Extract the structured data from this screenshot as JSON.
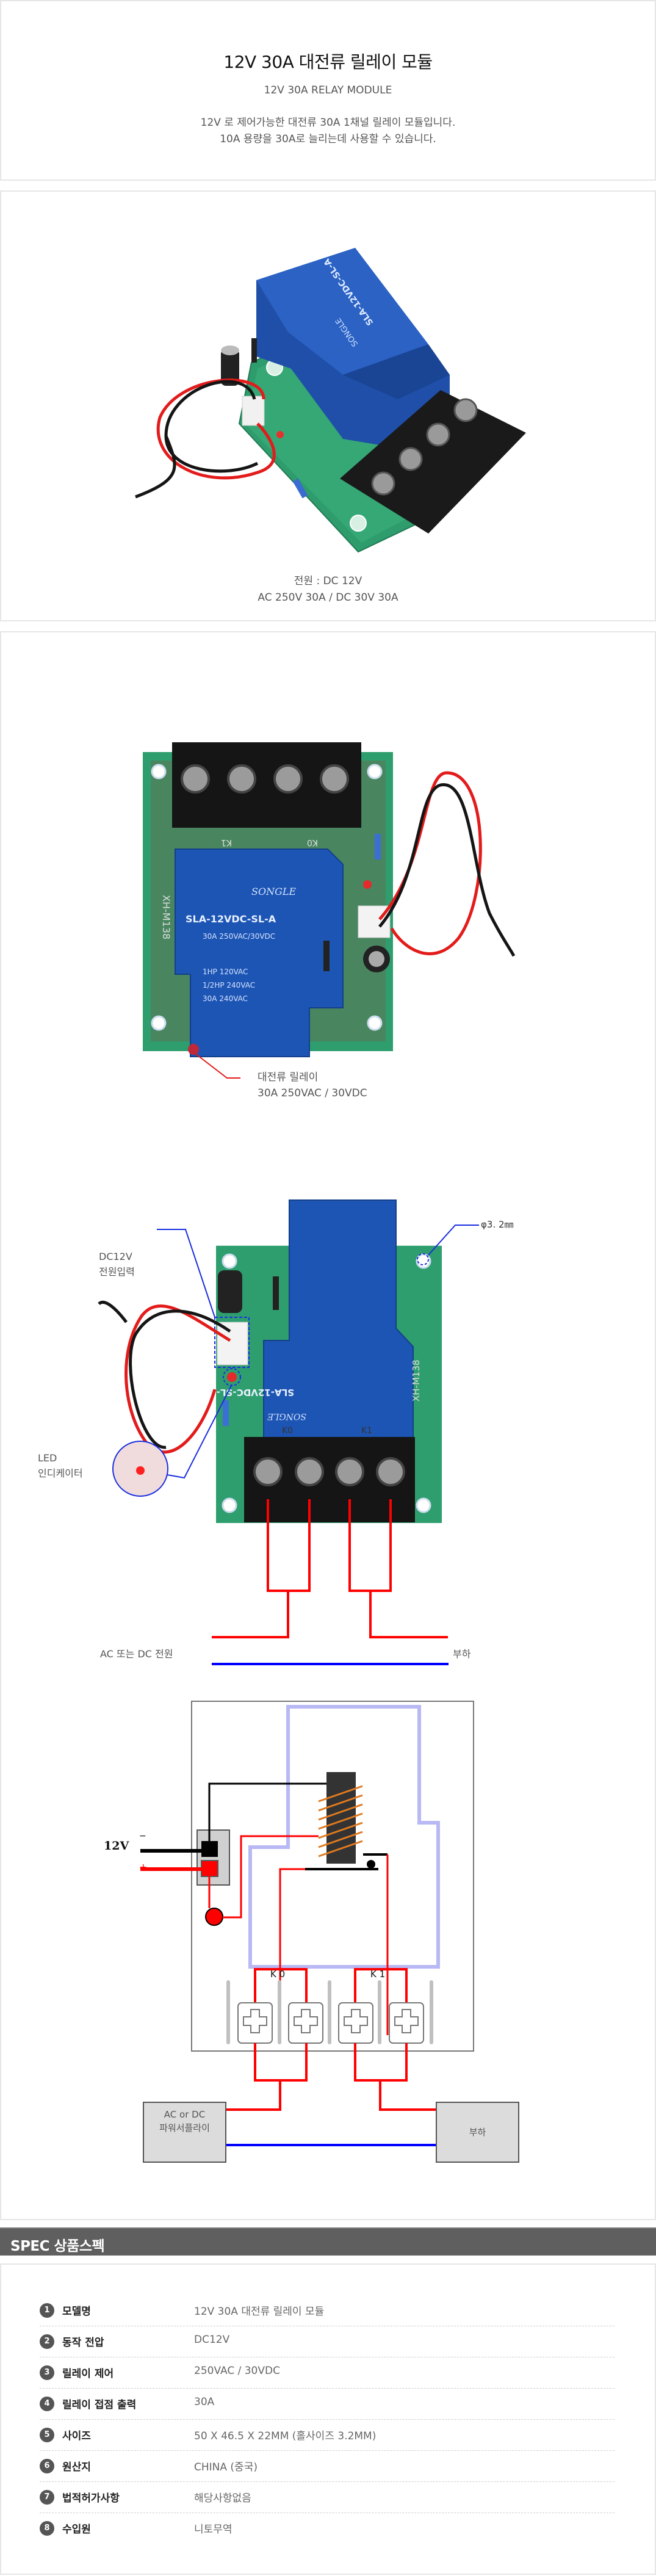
{
  "intro": {
    "title": "12V 30A 대전류 릴레이 모듈",
    "subtitle": "12V 30A RELAY MODULE",
    "desc_line1": "12V 로 제어가능한 대전류 30A 1채널 릴레이 모듈입니다.",
    "desc_line2": "10A 용량을 30A로 늘리는데 사용할 수 있습니다."
  },
  "photo1": {
    "relay_model": "SLA-12VDC-SL-A",
    "brand": "SONGLE",
    "caption_line1": "전원 : DC 12V",
    "caption_line2": "AC 250V 30A / DC 30V 30A"
  },
  "photo2": {
    "board_label": "XH-M138",
    "relay_model": "SLA-12VDC-SL-A",
    "brand": "SONGLE",
    "relay_rating": "30A 250VAC/30VDC",
    "relay_hp1": "1HP 120VAC",
    "relay_hp2": "1/2HP 240VAC",
    "relay_amp": "30A 240VAC",
    "terminal_k1": "K1",
    "terminal_k0": "K0",
    "callout_line1": "대전류 릴레이",
    "callout_line2": "30A 250VAC / 30VDC"
  },
  "wiring_photo": {
    "power_input_line1": "DC12V",
    "power_input_line2": "전원입력",
    "led_line1": "LED",
    "led_line2": "인디케이터",
    "hole_size": "φ3. 2㎜",
    "terminal_k0": "K0",
    "terminal_k1": "K1",
    "source_label": "AC 또는  DC 전원",
    "load_label": "부하"
  },
  "diagram": {
    "voltage_label": "12V",
    "minus": "−",
    "plus": "+",
    "k0": "K 0",
    "k1": "K 1",
    "supply_line1": "AC or DC",
    "supply_line2": "파워서플라이",
    "load": "부하",
    "colors": {
      "live": "#ff0000",
      "neutral": "#0000ff",
      "outline": "#b8b8f5",
      "coil": "#e07a1f"
    }
  },
  "spec": {
    "header": "SPEC 상품스펙",
    "rows": [
      {
        "num": "1",
        "label": "모델명",
        "value": "12V 30A 대전류 릴레이 모듈"
      },
      {
        "num": "2",
        "label": "동작 전압",
        "value": "DC12V"
      },
      {
        "num": "3",
        "label": "릴레이 제어",
        "value": "250VAC / 30VDC"
      },
      {
        "num": "4",
        "label": "릴레이 접점 출력",
        "value": "30A"
      },
      {
        "num": "5",
        "label": "사이즈",
        "value": "50 X 46.5 X 22MM (홀사이즈 3.2MM)"
      },
      {
        "num": "6",
        "label": "원산지",
        "value": "CHINA (중국)"
      },
      {
        "num": "7",
        "label": "법적허가사항",
        "value": "해당사항없음"
      },
      {
        "num": "8",
        "label": "수입원",
        "value": "니토무역"
      }
    ]
  }
}
